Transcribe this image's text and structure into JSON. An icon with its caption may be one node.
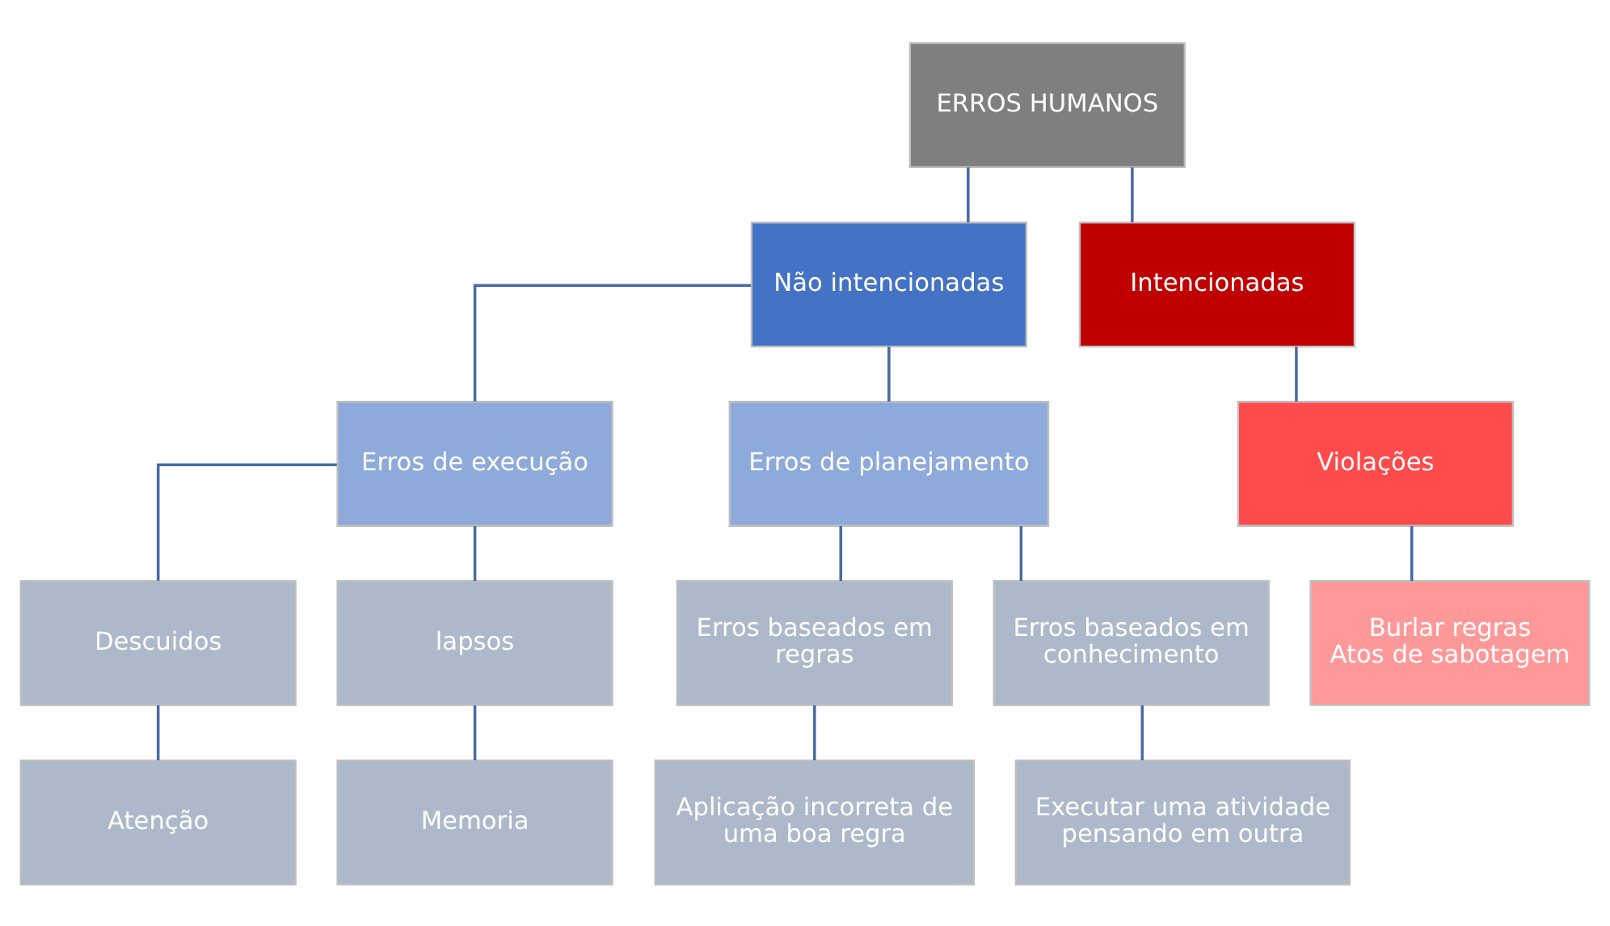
{
  "diagram": {
    "nodes": [
      {
        "text": [
          "ERROS HUMANOS"
        ]
      },
      {
        "text": [
          "Não intencionadas"
        ]
      },
      {
        "text": [
          "Intencionadas"
        ]
      },
      {
        "text": [
          "Erros de execução"
        ]
      },
      {
        "text": [
          "Erros de planejamento"
        ]
      },
      {
        "text": [
          "Violações"
        ]
      },
      {
        "text": [
          "Descuidos"
        ]
      },
      {
        "text": [
          "lapsos"
        ]
      },
      {
        "text": [
          "Erros baseados em regras"
        ]
      },
      {
        "text": [
          "Erros baseados em conhecimento"
        ]
      },
      {
        "text": [
          "Burlar regras",
          "Atos de sabotagem"
        ]
      },
      {
        "text": [
          "Atenção"
        ]
      },
      {
        "text": [
          "Memoria"
        ]
      },
      {
        "text": [
          "Aplicação incorreta de uma boa regra"
        ]
      },
      {
        "text": [
          "Executar uma atividade pensando em outra"
        ]
      }
    ],
    "edges": [
      {
        "from": 0,
        "to": 1,
        "arrow": "none"
      },
      {
        "from": 0,
        "to": 2,
        "arrow": "none"
      },
      {
        "from": 1,
        "to": 3,
        "arrow": "none"
      },
      {
        "from": 1,
        "to": 4,
        "arrow": "none"
      },
      {
        "from": 2,
        "to": 5,
        "arrow": "none"
      },
      {
        "from": 3,
        "to": 6,
        "arrow": "none"
      },
      {
        "from": 3,
        "to": 7,
        "arrow": "none"
      },
      {
        "from": 4,
        "to": 8,
        "arrow": "none"
      },
      {
        "from": 4,
        "to": 9,
        "arrow": "none"
      },
      {
        "from": 5,
        "to": 10,
        "arrow": "none"
      },
      {
        "from": 6,
        "to": 11,
        "arrow": "none"
      },
      {
        "from": 7,
        "to": 12,
        "arrow": "none"
      },
      {
        "from": 8,
        "to": 13,
        "arrow": "none"
      },
      {
        "from": 9,
        "to": 14,
        "arrow": "none"
      }
    ]
  }
}
